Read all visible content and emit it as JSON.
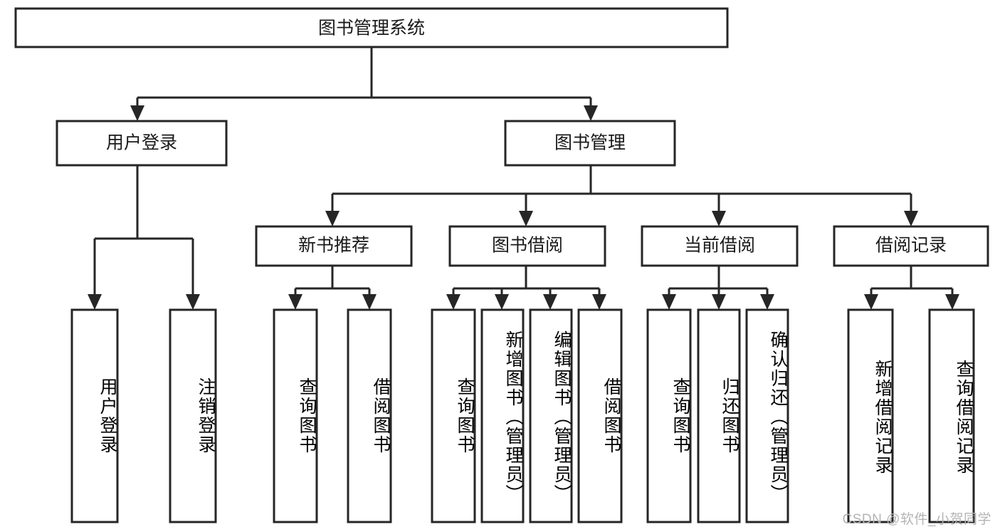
{
  "diagram": {
    "title": "图书管理系统",
    "type": "hierarchical-tree",
    "colors": {
      "stroke": "#262626",
      "fill": "#ffffff",
      "text": "#1a1a1a",
      "watermark": "#b4b4b4"
    },
    "root": {
      "label": "图书管理系统"
    },
    "level2": [
      {
        "label": "用户登录"
      },
      {
        "label": "图书管理"
      }
    ],
    "level3": [
      {
        "label": "新书推荐"
      },
      {
        "label": "图书借阅"
      },
      {
        "label": "当前借阅"
      },
      {
        "label": "借阅记录"
      }
    ],
    "leaves": {
      "user_login": [
        {
          "label": "用户登录"
        },
        {
          "label": "注销登录"
        }
      ],
      "new_book_recommend": [
        {
          "label": "查询图书"
        },
        {
          "label": "借阅图书"
        }
      ],
      "book_borrow": [
        {
          "label": "查询图书"
        },
        {
          "label": "新增图书（管理员）"
        },
        {
          "label": "编辑图书（管理员）"
        },
        {
          "label": "借阅图书"
        }
      ],
      "current_borrow": [
        {
          "label": "查询图书"
        },
        {
          "label": "归还图书"
        },
        {
          "label": "确认归还（管理员）"
        }
      ],
      "borrow_record": [
        {
          "label": "新增借阅记录"
        },
        {
          "label": "查询借阅记录"
        }
      ]
    }
  },
  "watermark": {
    "text": "CSDN @软件_小贺同学"
  }
}
